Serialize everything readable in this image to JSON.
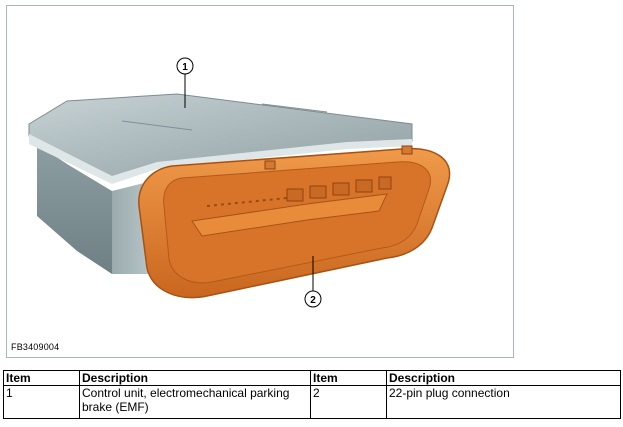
{
  "figure": {
    "id_label": "FB3409004",
    "callouts": [
      {
        "number": "1"
      },
      {
        "number": "2"
      }
    ],
    "colors": {
      "housing": "#9fb0b4",
      "connector": "#e07f2f",
      "border": "#a3b6cb"
    }
  },
  "legend": {
    "headers": [
      "Item",
      "Description",
      "Item",
      "Description"
    ],
    "rows": [
      {
        "item_a": "1",
        "desc_a": "Control unit, electromechanical parking brake (EMF)",
        "item_b": "2",
        "desc_b": "22-pin plug connection"
      }
    ]
  }
}
